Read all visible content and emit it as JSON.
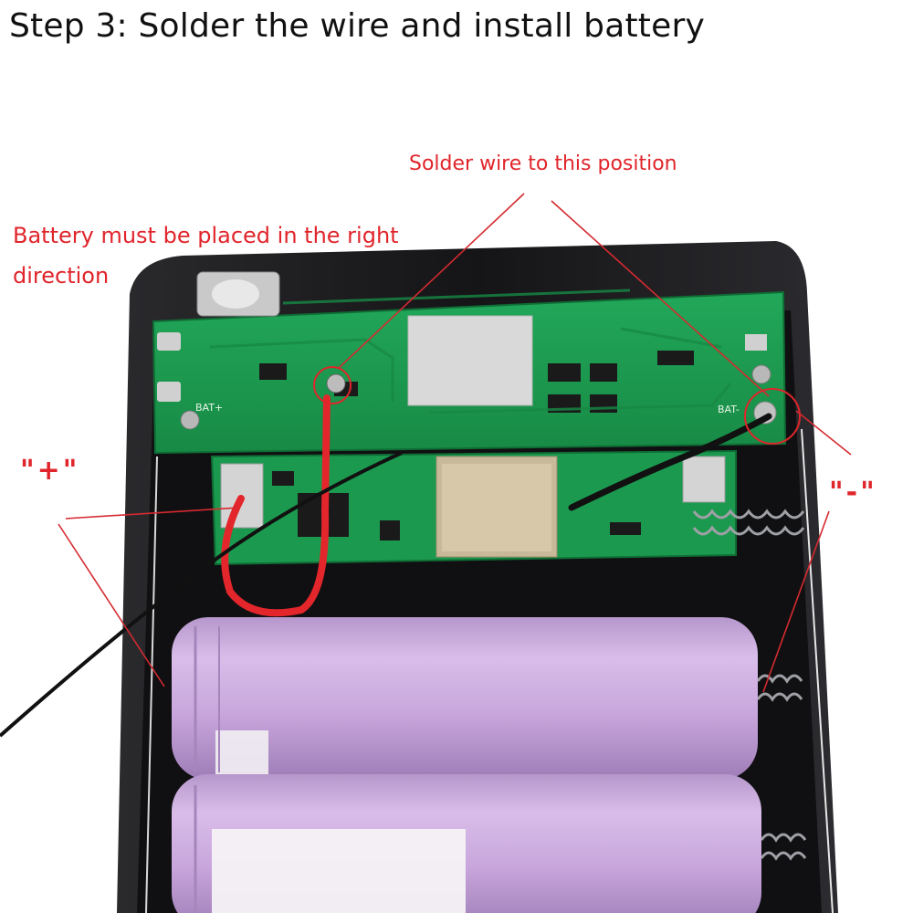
{
  "title": "Step 3: Solder the wire and install battery",
  "annotations": {
    "battery_direction": "Battery must be placed in the right direction",
    "solder_position": "Solder wire to this position",
    "positive": "\"+\"",
    "negative": "\"-\""
  },
  "board_labels": {
    "bat_plus": "BAT+",
    "bat_minus": "BAT-"
  },
  "colors": {
    "annotation": "#e0252b",
    "pcb": "#1f9e52",
    "battery": "#c9a7dd",
    "case": "#1c1c1e",
    "wire_red": "#e3262b",
    "wire_black": "#111111"
  }
}
